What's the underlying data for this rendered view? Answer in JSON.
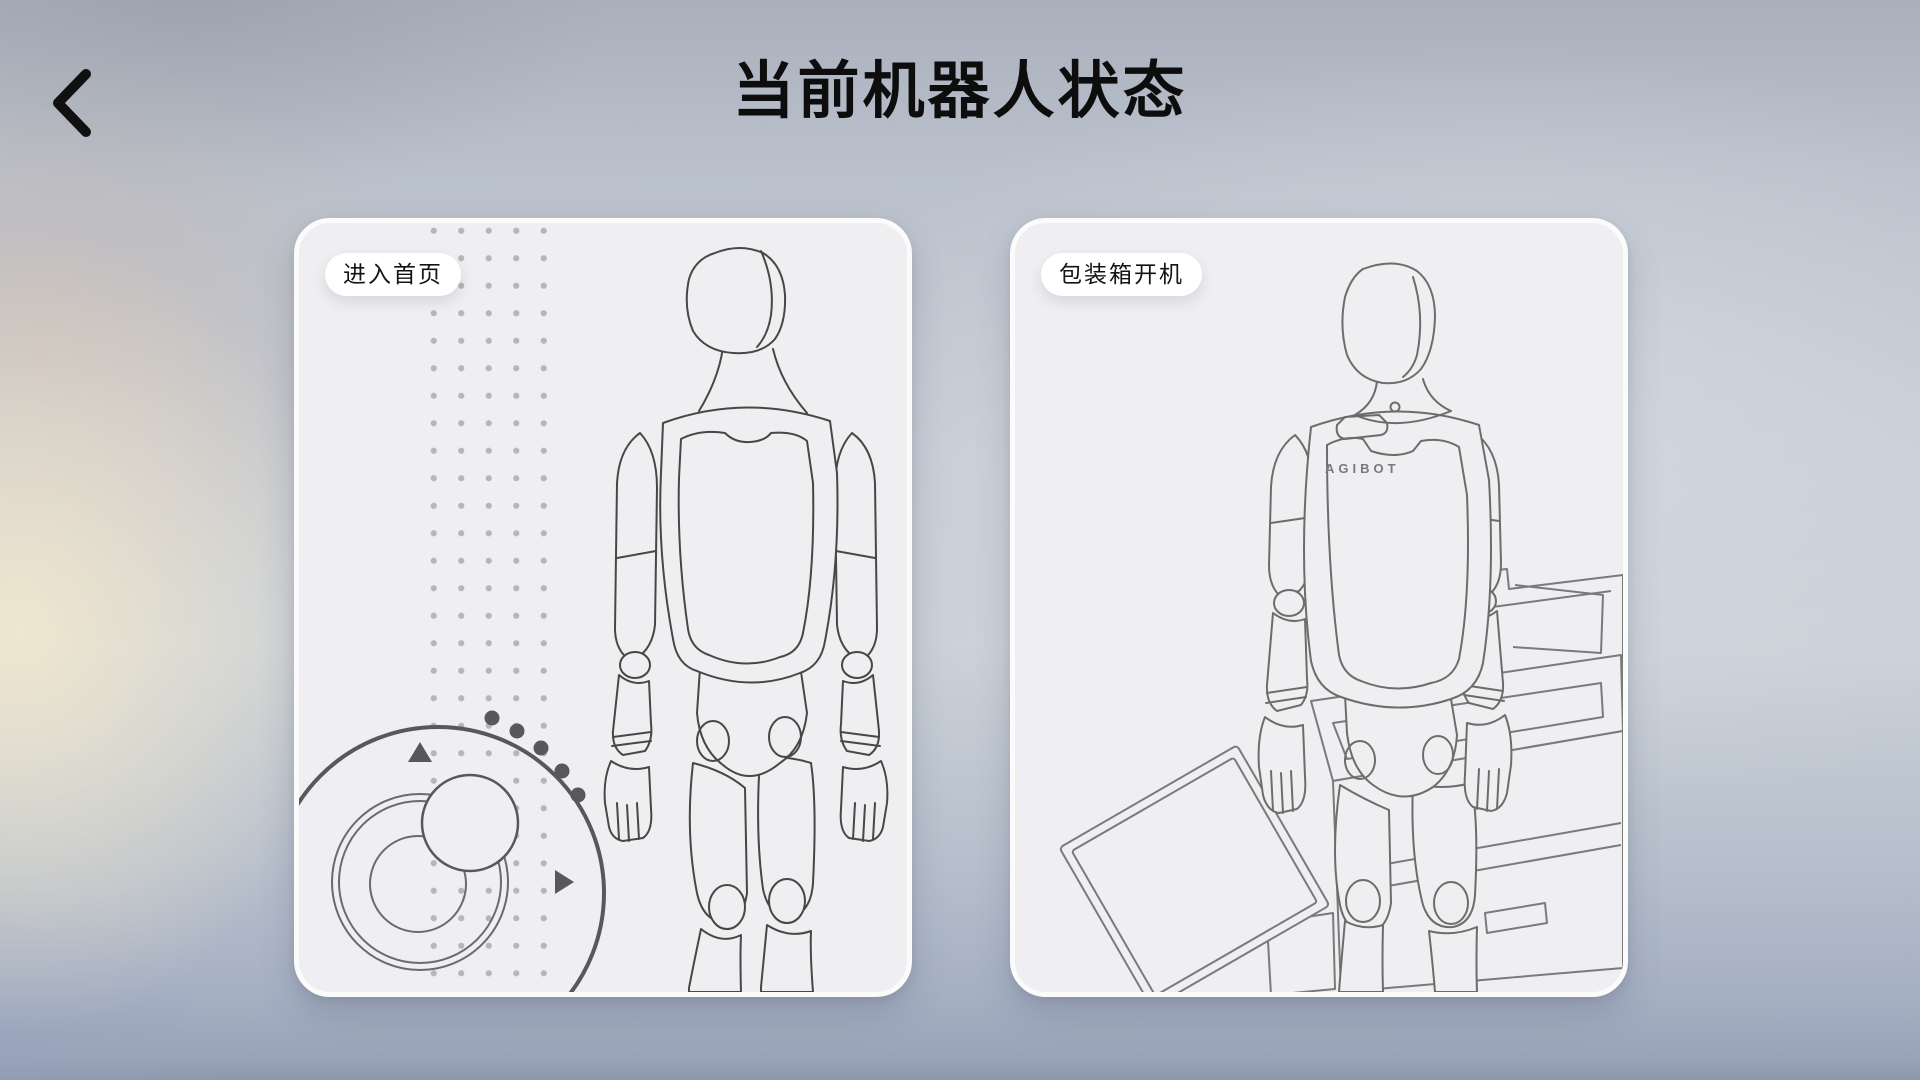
{
  "page": {
    "title": "当前机器人状态"
  },
  "header": {
    "back_icon": "chevron-left"
  },
  "cards": [
    {
      "id": "enter-home",
      "badge_label": "进入首页",
      "illustration": "humanoid-robot-front-standing",
      "decorations": [
        "dot-grid-pattern",
        "joystick-dial",
        "diagonal-dark-dots"
      ]
    },
    {
      "id": "packing-box-power-on",
      "badge_label": "包装箱开机",
      "chest_logo": "AGIBOT",
      "illustration": "humanoid-robot-stepping-out-of-open-packing-box"
    }
  ],
  "colors": {
    "background_tint": "#c7cdd6",
    "warm_glow": "#f1e7ce",
    "card_background": "#efeff1",
    "card_border": "#fbfbfc",
    "badge_background": "#ffffff",
    "title_text": "#0d0d0d",
    "line_art_dark": "#474747",
    "line_art_light": "#6c6c6c",
    "crate_line": "#7a7a7c",
    "dial_accent": "#58585a",
    "dot_pattern": "#b6b6b8"
  }
}
